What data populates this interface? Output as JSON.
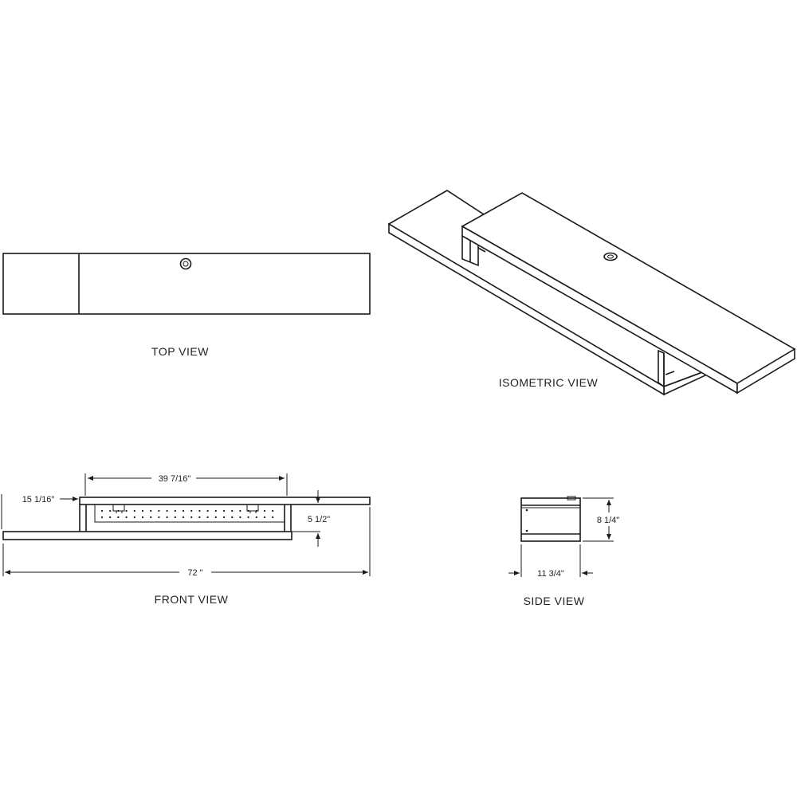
{
  "views": {
    "top": {
      "label": "TOP VIEW"
    },
    "isometric": {
      "label": "ISOMETRIC  VIEW"
    },
    "front": {
      "label": "FRONT VIEW"
    },
    "side": {
      "label": "SIDE  VIEW"
    }
  },
  "dimensions": {
    "front_inner_width": "39 7/16\"",
    "front_overhang": "15 1/16\"",
    "front_height": "5 1/2\"",
    "front_total_width": "72 \"",
    "side_height": "8 1/4\"",
    "side_depth": "11 3/4\""
  }
}
